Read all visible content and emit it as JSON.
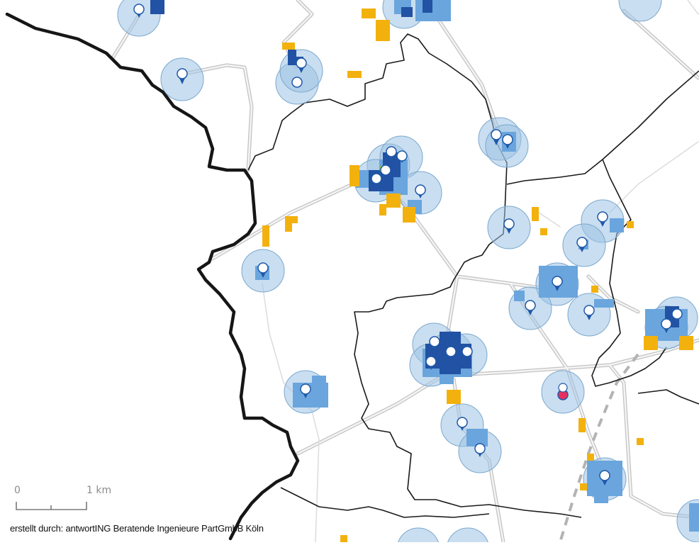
{
  "map": {
    "scale_bar": {
      "start_label": "0",
      "end_label": "1 km"
    },
    "credit": "erstellt durch: antwortING Beratende Ingenieure PartGmbB Köln",
    "colors": {
      "background": "#ffffff",
      "road": "#cfcfcf",
      "road_casing": "#b5b5b5",
      "border_national": "#161616",
      "border_district": "#1a1a1a",
      "railway": "#b3b3b3",
      "buffer_fill": "#9cc3e3",
      "buffer_stroke": "#7aa8cf",
      "cell_dark": "#2152a3",
      "cell_mid": "#3f7fcf",
      "cell_light": "#6aa5dd",
      "cell_orange": "#f3b10e",
      "cell_green": "#8cc63e",
      "pin": "#1f58a8",
      "highlight": "#e8305f"
    },
    "pin_icons": [
      "location-pin-icon",
      "bus-stop-icon",
      "tram-icon",
      "station-icon"
    ]
  }
}
